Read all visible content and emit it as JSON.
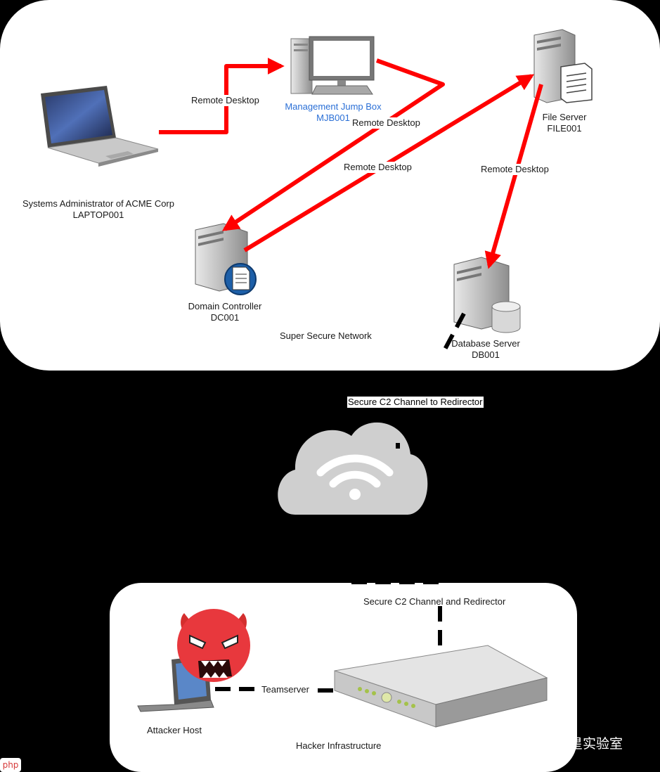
{
  "nodes": {
    "laptop": {
      "name": "Systems Administrator of ACME Corp",
      "id": "LAPTOP001"
    },
    "jumpbox": {
      "name": "Management Jump Box",
      "id": "MJB001"
    },
    "fileserver": {
      "name": "File Server",
      "id": "FILE001"
    },
    "dc": {
      "name": "Domain Controller",
      "id": "DC001"
    },
    "db": {
      "name": "Database Server",
      "id": "DB001"
    },
    "attacker": {
      "name": "Attacker Host"
    }
  },
  "edges": {
    "rdp1": "Remote Desktop",
    "rdp2": "Remote Desktop",
    "rdp3": "Remote Desktop",
    "rdp4": "Remote Desktop",
    "teamserver": "Teamserver"
  },
  "zones": {
    "top": "Super Secure Network",
    "bottom": "Hacker Infrastructure"
  },
  "c2": {
    "to_redirector": "Secure C2 Channel to Redirector",
    "and_redirector": "Secure C2 Channel and Redirector"
  },
  "watermark": {
    "text": "七芒星实验室",
    "badge": "php"
  },
  "colors": {
    "arrow": "#ff0000",
    "panel": "#ffffff",
    "background": "#000000",
    "label_blue": "#2a6fd6"
  }
}
